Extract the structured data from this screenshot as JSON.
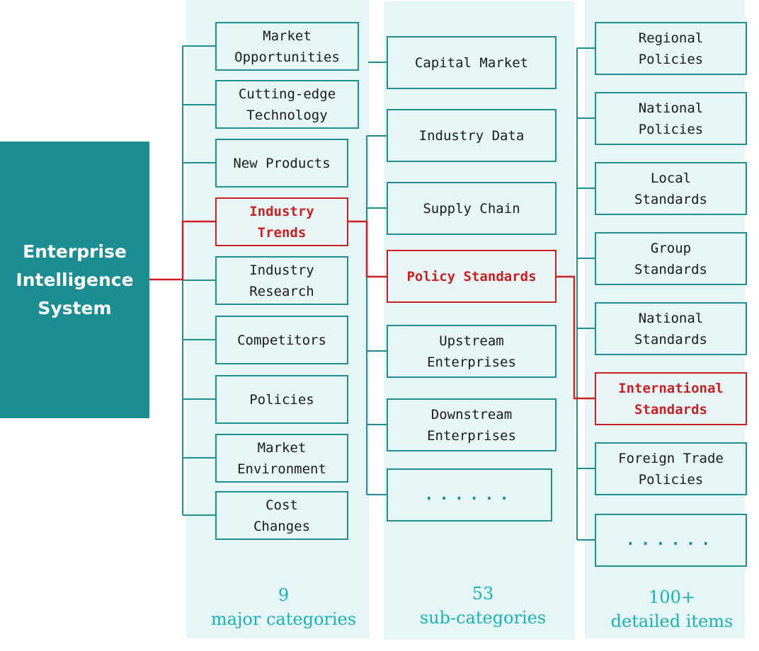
{
  "root": {
    "title_lines": [
      "Enterprise",
      "Intelligence",
      "System"
    ]
  },
  "columns": {
    "major": {
      "items": [
        "Market\nOpportunities",
        "Cutting-edge\nTechnology",
        "New Products",
        "Industry\nTrends",
        "Industry\nResearch",
        "Competitors",
        "Policies",
        "Market\nEnvironment",
        "Cost\nChanges"
      ],
      "highlighted_index": 3,
      "count": "9",
      "caption": "major categories"
    },
    "sub": {
      "items": [
        "Capital Market",
        "Industry Data",
        "Supply Chain",
        "Policy Standards",
        "Upstream\nEnterprises",
        "Downstream\nEnterprises",
        "......"
      ],
      "highlighted_index": 3,
      "count": "53",
      "caption": "sub-categories"
    },
    "detail": {
      "items": [
        "Regional\nPolicies",
        "National\nPolicies",
        "Local\nStandards",
        "Group\nStandards",
        "National\nStandards",
        "International\nStandards",
        "Foreign Trade\nPolicies",
        "......"
      ],
      "highlighted_index": 5,
      "count": "100+",
      "caption": "detailed items"
    }
  },
  "colors": {
    "teal": "#1b8e94",
    "line": "#1f8f93",
    "highlight": "#cc1f1f",
    "panel": "#e6f5f6",
    "caption": "#17b3b8"
  }
}
